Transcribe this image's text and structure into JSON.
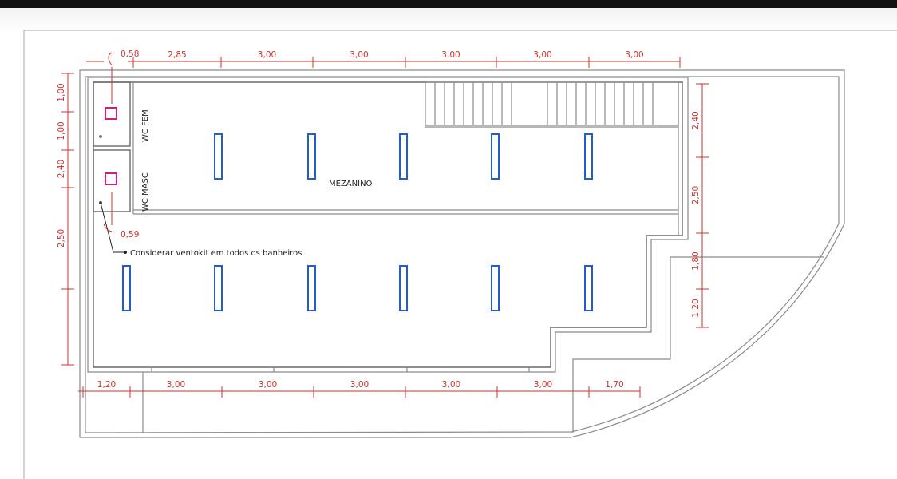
{
  "plan": {
    "room_label": "MEZANINO",
    "wc_fem": "WC FEM",
    "wc_masc": "WC MASC",
    "note": "Considerar ventokit em todos os banheiros",
    "wc_offset_top": "0,58",
    "wc_offset_bottom": "0,59"
  },
  "dimensions": {
    "top": [
      "2,85",
      "3,00",
      "3,00",
      "3,00",
      "3,00",
      "3,00"
    ],
    "bottom": [
      "1,20",
      "3,00",
      "3,00",
      "3,00",
      "3,00",
      "3,00",
      "1,70"
    ],
    "left": [
      "1,00",
      "1,00",
      "2,40",
      "2,50"
    ],
    "right": [
      "2,40",
      "2,50",
      "1,80",
      "1,20"
    ]
  },
  "colors": {
    "dimension": "#d4302c",
    "fixture": "#1f5fc7",
    "vent": "#d0207a",
    "wall": "#8a8a8a"
  }
}
